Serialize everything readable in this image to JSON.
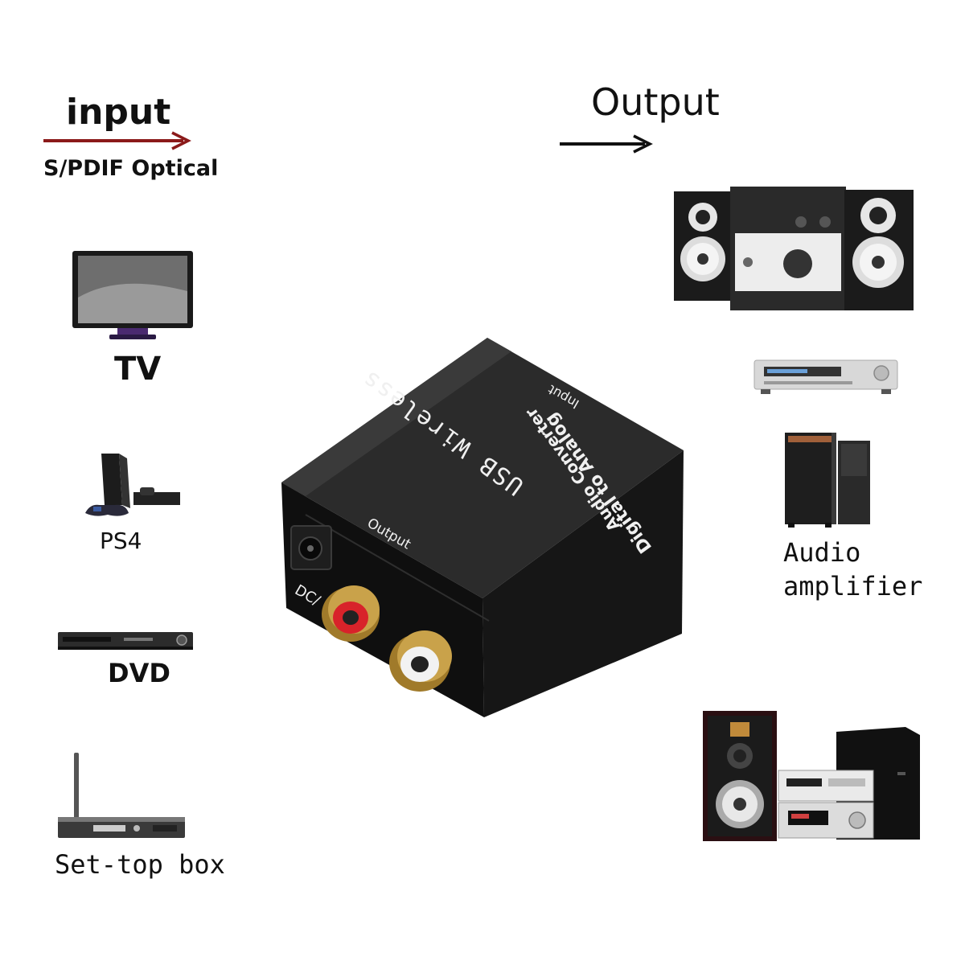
{
  "input": {
    "title": "input",
    "subtitle": "S/PDIF Optical",
    "arrow_color": "#8b1a1a"
  },
  "output": {
    "title": "Output",
    "arrow_color": "#111111"
  },
  "sources": [
    {
      "label": "TV",
      "icon": "tv-icon"
    },
    {
      "label": "PS4",
      "icon": "game-console-icon"
    },
    {
      "label": "DVD",
      "icon": "dvd-player-icon"
    },
    {
      "label": "Set-top box",
      "icon": "set-top-box-icon"
    }
  ],
  "outputs": [
    {
      "icon": "speaker-system-icon"
    },
    {
      "icon": "receiver-icon"
    },
    {
      "label_line1": "Audio",
      "label_line2": "amplifier",
      "icon": "audio-amplifier-icon"
    },
    {
      "icon": "hifi-stereo-icon"
    }
  ],
  "device": {
    "top_text_1": "USB Wireless",
    "top_text_2": "Digital to Analog",
    "top_text_3": "Audio Converter",
    "input_label": "Input",
    "output_label": "Output",
    "dc_label": "DC/",
    "rca_left_color": "#d8232a",
    "rca_right_color": "#f2f2f2",
    "gold_color": "#c9a24a"
  }
}
